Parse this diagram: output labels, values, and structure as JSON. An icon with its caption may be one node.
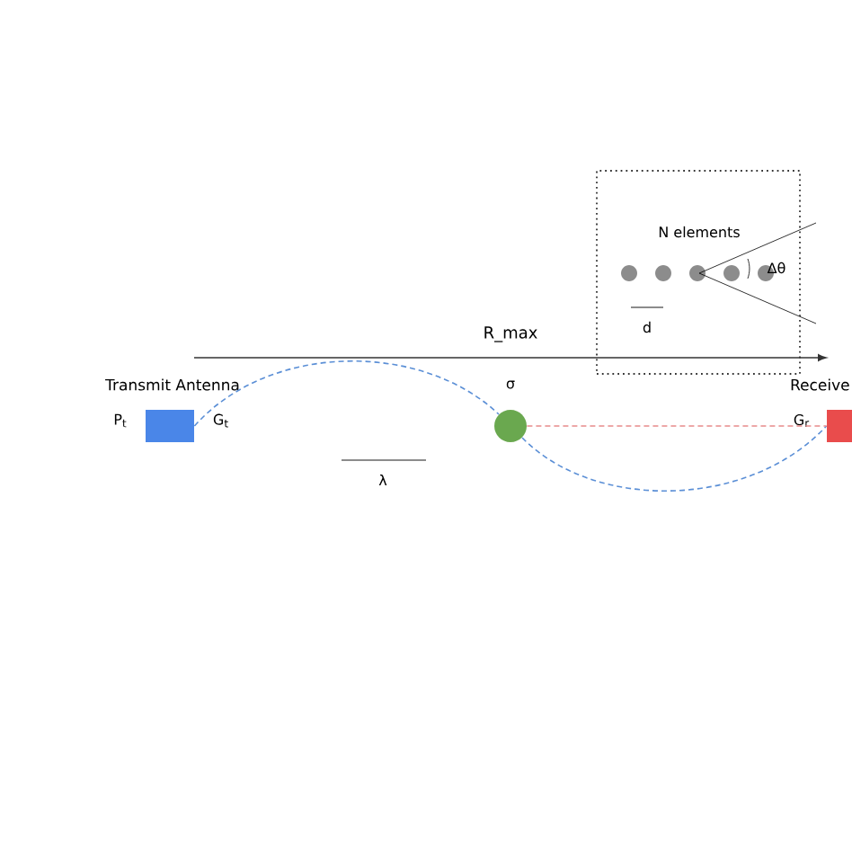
{
  "diagram": {
    "nodes": [
      {
        "text": [
          "Transmit Antenna"
        ],
        "beside": [
          "P$_{t}$",
          "G$_{t}$"
        ]
      },
      {
        "text": [
          "σ"
        ]
      },
      {
        "text": [
          "Receive"
        ],
        "beside": [
          "G$_{r}$"
        ]
      },
      {
        "text": [
          "N elements"
        ]
      }
    ],
    "edges": [
      {
        "from": 0,
        "to": 1,
        "arrow": "none",
        "style": "dashed",
        "color": "#5b8fd6"
      },
      {
        "from": 1,
        "to": 2,
        "arrow": "none",
        "style": "dashed",
        "color": "#5b8fd6"
      },
      {
        "from": 1,
        "to": 2,
        "arrow": "none",
        "style": "dashed",
        "color": "#e88a8a"
      }
    ],
    "labels": [
      "R_max",
      "λ",
      "d",
      "Δθ"
    ]
  }
}
